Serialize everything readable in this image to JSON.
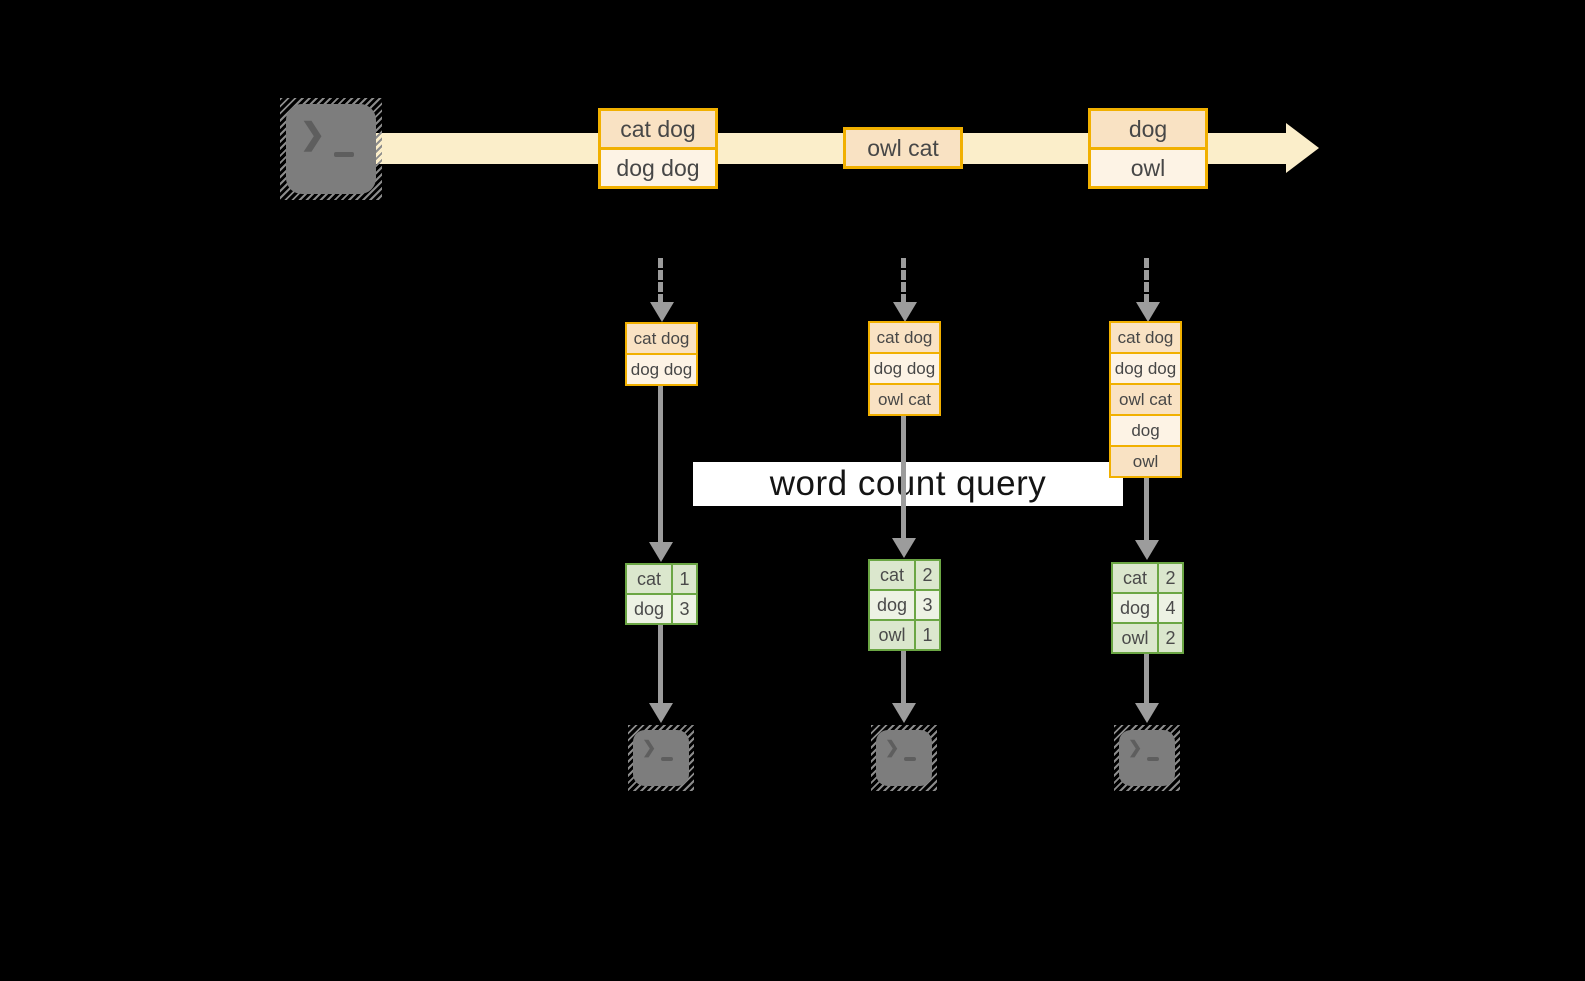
{
  "query_label": "word count query",
  "icons": {
    "terminal_prompt": "❯"
  },
  "colors": {
    "background": "#000000",
    "stream_fill": "#fbeeca",
    "batch_border": "#f1b000",
    "batch_fill_dark": "#f9e2c3",
    "batch_fill_light": "#fdf3e5",
    "table_border": "#6ba644",
    "table_fill_dark": "#dbe7cd",
    "table_fill_light": "#edf2e4",
    "arrow_gray": "#9c9c9c",
    "terminal_gray": "#7d7d7d",
    "query_band_bg": "#ffffff"
  },
  "stream": {
    "batches": [
      {
        "rows": [
          "cat dog",
          "dog dog"
        ]
      },
      {
        "rows": [
          "owl cat"
        ]
      },
      {
        "rows": [
          "dog",
          "owl"
        ]
      }
    ]
  },
  "columns": [
    {
      "accumulated": [
        "cat dog",
        "dog dog"
      ],
      "counts": [
        {
          "word": "cat",
          "count": "1"
        },
        {
          "word": "dog",
          "count": "3"
        }
      ]
    },
    {
      "accumulated": [
        "cat dog",
        "dog dog",
        "owl cat"
      ],
      "counts": [
        {
          "word": "cat",
          "count": "2"
        },
        {
          "word": "dog",
          "count": "3"
        },
        {
          "word": "owl",
          "count": "1"
        }
      ]
    },
    {
      "accumulated": [
        "cat dog",
        "dog dog",
        "owl cat",
        "dog",
        "owl"
      ],
      "counts": [
        {
          "word": "cat",
          "count": "2"
        },
        {
          "word": "dog",
          "count": "4"
        },
        {
          "word": "owl",
          "count": "2"
        }
      ]
    }
  ]
}
